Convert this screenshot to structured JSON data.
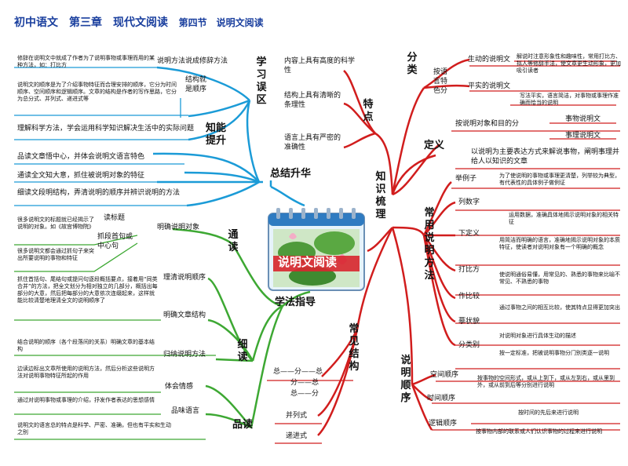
{
  "header": {
    "title": "初中语文　第三章　现代文阅读",
    "subtitle": "第四节　说明文阅读"
  },
  "center": {
    "title": "说明文阅读"
  },
  "branches": {
    "summary": {
      "label": "总结升华",
      "study_errors": {
        "label": "学习误区",
        "items": [
          {
            "label": "说明方法说成修辞方法",
            "desc": "修辞在说明文中就成了作者为了说明事物或事理而用的某种方法，如：打比方"
          },
          {
            "label": "结构就是顺序",
            "desc": "说明文的顺序是为了介绍事物特征而合理安排的顺序，它分为时间顺序、空间顺序和逻辑顺序。文章的结构是作者的写作思路，它分为总分式、并列式、递进式等"
          }
        ]
      },
      "ability": {
        "label": "知能提升",
        "items": [
          "理解科学方法，学会运用科学知识解决生活中的实际问题",
          "品读文章悟中心，并体会说明文语言特色",
          "通读全文知大意，抓住被说明对象的特征",
          "细读文段明结构，弄清说明的顺序并辨识说明的方法"
        ]
      }
    },
    "method": {
      "label": "学法指导",
      "tongdu": {
        "label": "通读",
        "clear_object": "明确说明对象",
        "read_title": "读标题",
        "title_desc": "很多说明文的标题就已经揭示了说明的对象。如《故宫博物院》",
        "center_sentence": "抓段首句或中心句",
        "center_desc": "很多说明文都会通过抓句子来突出所要说明的事物和特征"
      },
      "xidu": {
        "label": "细读",
        "order": "理清说明顺序",
        "order_desc": "抓住首括句、尾结句或提问句逐段概括要点，接着用“同类合并”的方法，把全文划分为相对独立的几部分，概括出每部分的大意，然后把每部分的大意依次连缀起来，这样就能比较清楚地理清全文的说明顺序了",
        "structure": "明确文章结构",
        "method_sum": "归纳说明方法",
        "method_desc": "结合说明的顺序（各个段落间的关系）明确文章的基本结构",
        "method_desc2": "边读边标出文章所使用的说明方法，然后分析这些说明方法对说明事物特征所起的作用"
      },
      "pindu": {
        "label": "品读",
        "feel": "体会情感",
        "feel_desc": "通过对说明事物或事理的介绍，抒发作者表达的思想感情",
        "language": "品味语言",
        "language_desc": "说明文的语言总的特点是科学、严密、准确，但也有平实和生动之别"
      }
    },
    "knowledge": {
      "label": "知识梳理",
      "features": {
        "label": "特点",
        "items": [
          "内容上具有高度的科学性",
          "结构上具有清晰的条理性",
          "语言上具有严密的准确性"
        ]
      },
      "classification": {
        "label": "分类",
        "by_language": "按语言特色分",
        "vivid": "生动的说明文",
        "vivid_desc": "解说时注意形象性和趣味性，常用打比方、拟人等修辞手法，使文章更生动形象，更加吸引读者",
        "plain": "平实的说明文",
        "plain_desc": "写法平实，语言简洁，对事物或事理作准确而恰当的说明",
        "by_object": "按说明对象和目的分",
        "thing": "事物说明文",
        "reason": "事理说明文"
      },
      "definition": {
        "label": "定义",
        "text": "以说明为主要表达方式来解说事物，阐明事理并给人以知识的文章"
      },
      "methods": {
        "label": "常用说明方法",
        "items": [
          {
            "name": "举例子",
            "desc": "为了使说明的事物或事理更清楚，列举较为典型，有代表性的具体例子做例证"
          },
          {
            "name": "列数字",
            "desc": "运用数据，准确具体地揭示说明对象的相关特征"
          },
          {
            "name": "下定义",
            "desc": "用简洁而明确的语言，准确地揭示说明对象的本质特征，使读者对说明对象有一个明确的概念"
          },
          {
            "name": "打比方",
            "desc": "使说明通俗易懂，用常见的、熟悉的事物来比喻不常见、不熟悉的事物"
          },
          {
            "name": "作比较",
            "desc": "通过事物之间的相互比较，使其特点显得更加突出"
          },
          {
            "name": "摹状貌",
            "desc": "对说明对象进行具体生动的描述"
          },
          {
            "name": "分类别",
            "desc": "按一定标准，把被说明事物分门别类逐一说明"
          }
        ]
      },
      "structures": {
        "label": "常见结构",
        "a": "总——分——总",
        "b": "分——总",
        "c": "总——分",
        "parallel": "并列式",
        "progressive": "递进式"
      },
      "order": {
        "label": "说明顺序",
        "items": [
          {
            "name": "空间顺序",
            "desc": "按事物的空间形式，或从上到下，或从左到右，或从里到外，或从前到后等分别进行说明"
          },
          {
            "name": "时间顺序",
            "desc": "按时间的先后来进行说明"
          },
          {
            "name": "逻辑顺序",
            "desc": "按事物内部的联系或人们认识事物的过程来进行说明"
          }
        ]
      }
    }
  },
  "colors": {
    "red": "#d11d1d",
    "blue": "#1b9bd7",
    "green": "#3da833",
    "title": "#1a3f9e"
  }
}
